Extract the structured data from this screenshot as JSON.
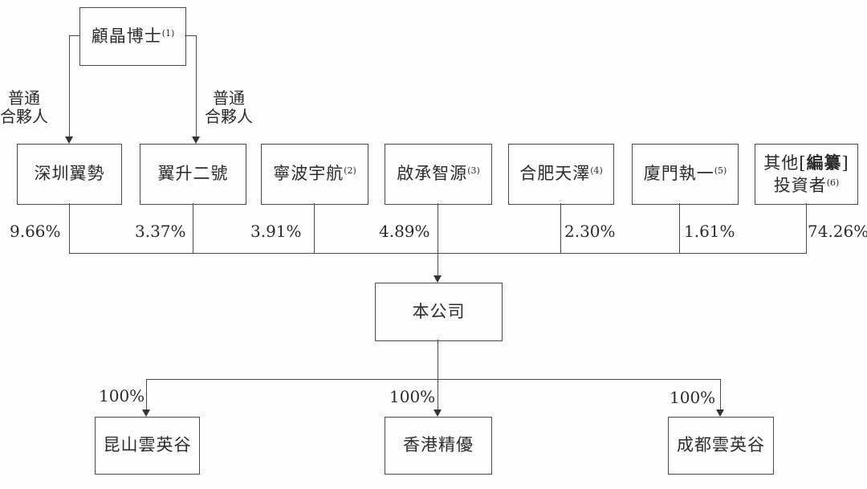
{
  "diagram": {
    "title_hint": "shareholding-structure-chart",
    "colors": {
      "line": "#4a4a4a",
      "text": "#2b2b2b",
      "background": "#fefefe"
    },
    "founder": {
      "name": "顧晶博士",
      "note": "(1)"
    },
    "partner_labels": {
      "left": {
        "line1": "普通",
        "line2": "合夥人"
      },
      "right": {
        "line1": "普通",
        "line2": "合夥人"
      }
    },
    "shareholders": [
      {
        "name": "深圳翼勢",
        "note": "",
        "percent": "9.66%"
      },
      {
        "name": "翼升二號",
        "note": "",
        "percent": "3.37%"
      },
      {
        "name": "寧波宇航",
        "note": "(2)",
        "percent": "3.91%"
      },
      {
        "name": "啟承智源",
        "note": "(3)",
        "percent": "4.89%"
      },
      {
        "name": "合肥天澤",
        "note": "(4)",
        "percent": "2.30%"
      },
      {
        "name": "廈門執一",
        "note": "(5)",
        "percent": "1.61%"
      },
      {
        "line1_prefix": "其他[",
        "line1_redacted": "編纂",
        "line1_suffix": "]",
        "line2": "投資者",
        "note": "(6)",
        "percent": "74.26%"
      }
    ],
    "company": {
      "name": "本公司"
    },
    "subsidiaries": [
      {
        "name": "昆山雲英谷",
        "percent": "100%"
      },
      {
        "name": "香港精優",
        "percent": "100%"
      },
      {
        "name": "成都雲英谷",
        "percent": "100%"
      }
    ]
  }
}
